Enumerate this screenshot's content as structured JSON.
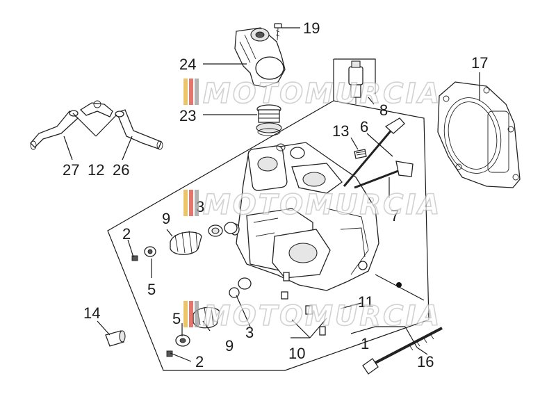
{
  "watermark": {
    "text": "MOTOMURCIA",
    "stripe_colors": [
      "#e4b23a",
      "#d94a3d",
      "#9a9a9a"
    ]
  },
  "callouts": [
    {
      "id": "19",
      "text": "19"
    },
    {
      "id": "24",
      "text": "24"
    },
    {
      "id": "17",
      "text": "17"
    },
    {
      "id": "8",
      "text": "8"
    },
    {
      "id": "23",
      "text": "23"
    },
    {
      "id": "6",
      "text": "6"
    },
    {
      "id": "13",
      "text": "13"
    },
    {
      "id": "27",
      "text": "27"
    },
    {
      "id": "12",
      "text": "12"
    },
    {
      "id": "26",
      "text": "26"
    },
    {
      "id": "7",
      "text": "7"
    },
    {
      "id": "9a",
      "text": "9"
    },
    {
      "id": "3a",
      "text": "3"
    },
    {
      "id": "2a",
      "text": "2"
    },
    {
      "id": "5a",
      "text": "5"
    },
    {
      "id": "14",
      "text": "14"
    },
    {
      "id": "11",
      "text": "11"
    },
    {
      "id": "5b",
      "text": "5"
    },
    {
      "id": "3b",
      "text": "3"
    },
    {
      "id": "9b",
      "text": "9"
    },
    {
      "id": "1",
      "text": "1"
    },
    {
      "id": "10",
      "text": "10"
    },
    {
      "id": "2b",
      "text": "2"
    },
    {
      "id": "16",
      "text": "16"
    }
  ]
}
